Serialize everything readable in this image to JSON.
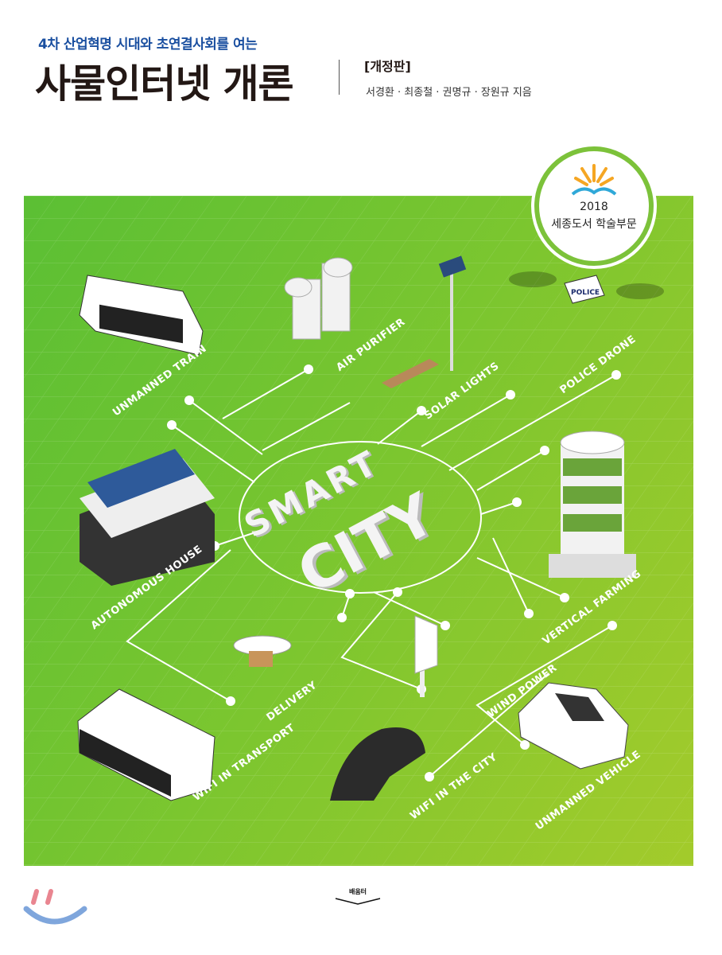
{
  "cover": {
    "subtitle": "4차 산업혁명 시대와 초연결사회를 여는",
    "title": "사물인터넷 개론",
    "edition": "[개정판]",
    "authors": "서경환 · 최종철 · 권명규 · 장원규 지음"
  },
  "badge": {
    "year": "2018",
    "name": "세종도서 학술부문"
  },
  "illustration": {
    "center_top": "SMART",
    "center_bottom": "CITY",
    "labels": [
      "UNMANNED TRAIN",
      "AIR PURIFIER",
      "SOLAR LIGHTS",
      "POLICE DRONE",
      "AUTONOMOUS HOUSE",
      "VERTICAL FARMING",
      "DELIVERY",
      "WIND POWER",
      "WIFI IN TRANSPORT",
      "WIFI IN THE CITY",
      "UNMANNED VEHICLE"
    ],
    "drone_text": "POLICE"
  },
  "publisher": {
    "name": "배움터"
  },
  "colors": {
    "green_left": "#5bbf34",
    "green_right": "#a3cb2b",
    "subtitle_blue": "#1a4fa0"
  }
}
